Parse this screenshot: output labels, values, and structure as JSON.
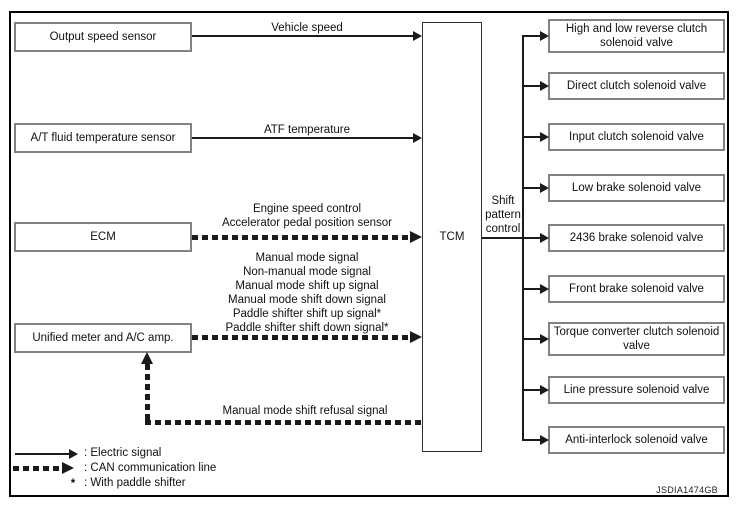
{
  "figure_code": "JSDIA1474GB",
  "nodes": {
    "left": [
      "Output speed sensor",
      "A/T fluid temperature sensor",
      "ECM",
      "Unified meter and A/C amp."
    ],
    "center": "TCM",
    "output_function": "Shift pattern control",
    "right": [
      "High and low reverse clutch solenoid valve",
      "Direct clutch solenoid valve",
      "Input clutch solenoid valve",
      "Low brake solenoid valve",
      "2436 brake solenoid valve",
      "Front brake solenoid valve",
      "Torque converter clutch solenoid valve",
      "Line pressure solenoid valve",
      "Anti-interlock solenoid valve"
    ]
  },
  "signals": [
    {
      "from": "Output speed sensor",
      "to": "TCM",
      "type": "electric",
      "labels": [
        "Vehicle speed"
      ]
    },
    {
      "from": "A/T fluid temperature sensor",
      "to": "TCM",
      "type": "electric",
      "labels": [
        "ATF temperature"
      ]
    },
    {
      "from": "ECM",
      "to": "TCM",
      "type": "can",
      "labels": [
        "Engine speed control",
        "Accelerator pedal position sensor"
      ]
    },
    {
      "from": "Unified meter and A/C amp.",
      "to": "TCM",
      "type": "can",
      "labels": [
        "Manual mode signal",
        "Non-manual mode signal",
        "Manual mode shift up signal",
        "Manual mode shift down signal",
        "Paddle shifter shift up signal*",
        "Paddle shifter shift down signal*"
      ]
    },
    {
      "from": "TCM",
      "to": "Unified meter and A/C amp.",
      "type": "can",
      "labels": [
        "Manual mode shift refusal signal"
      ]
    }
  ],
  "legend": [
    {
      "symbol": "electric-arrow",
      "text": ": Electric signal"
    },
    {
      "symbol": "can-arrow",
      "text": ": CAN communication line"
    },
    {
      "symbol": "*",
      "text": ": With paddle shifter"
    }
  ],
  "colors": {
    "line": "#1a1a1a",
    "box_border": "#828282",
    "background": "#ffffff"
  }
}
